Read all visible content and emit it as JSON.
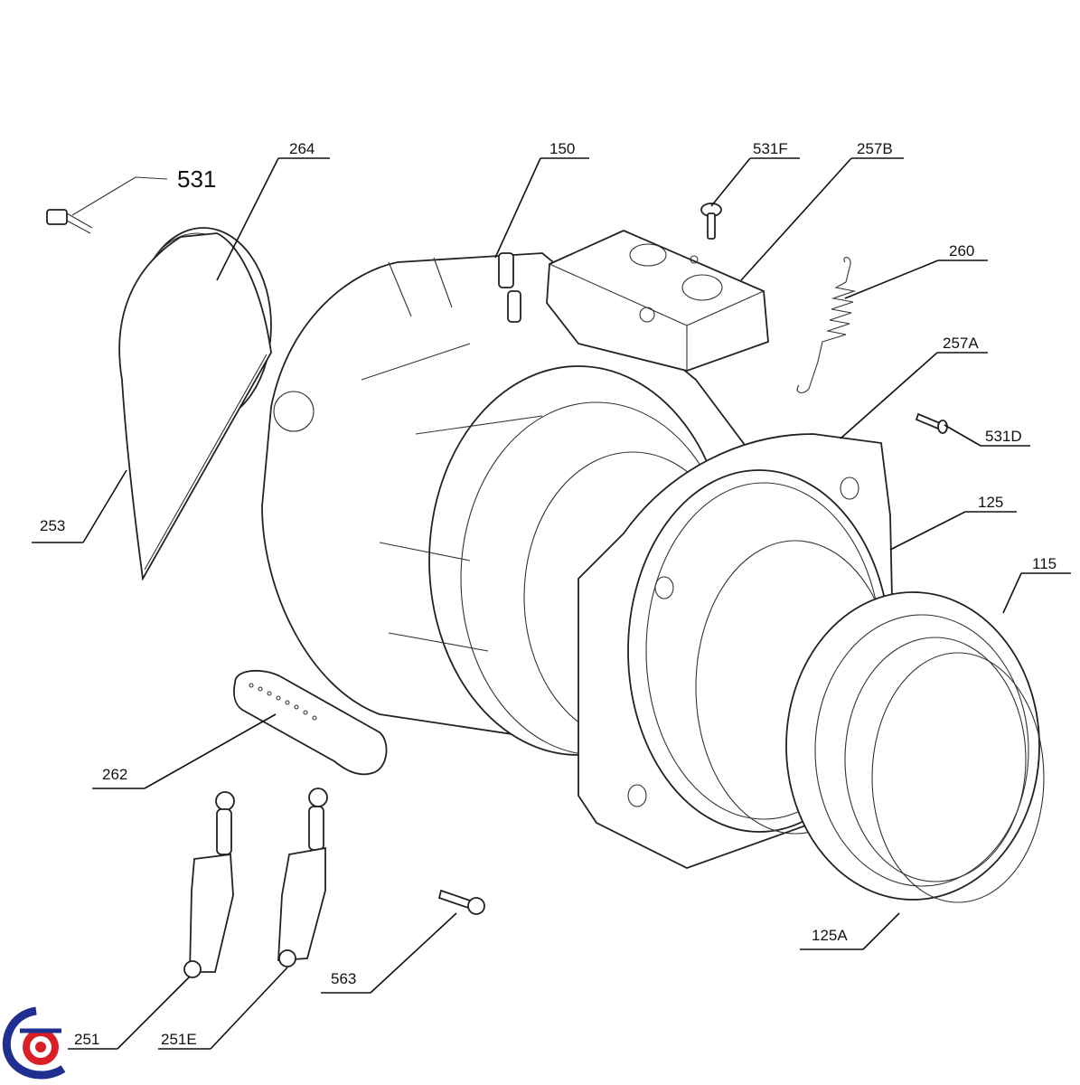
{
  "callouts": {
    "p264": "264",
    "p150": "150",
    "p531F": "531F",
    "p257B": "257B",
    "p531": "531",
    "p260": "260",
    "p257A": "257A",
    "p531D": "531D",
    "p125": "125",
    "p253": "253",
    "p115": "115",
    "p262": "262",
    "p125A": "125A",
    "p563": "563",
    "p251": "251",
    "p251E": "251E"
  },
  "logo": {
    "name": "brand-logo",
    "colors": [
      "#1f2f8f",
      "#d81f26"
    ]
  }
}
